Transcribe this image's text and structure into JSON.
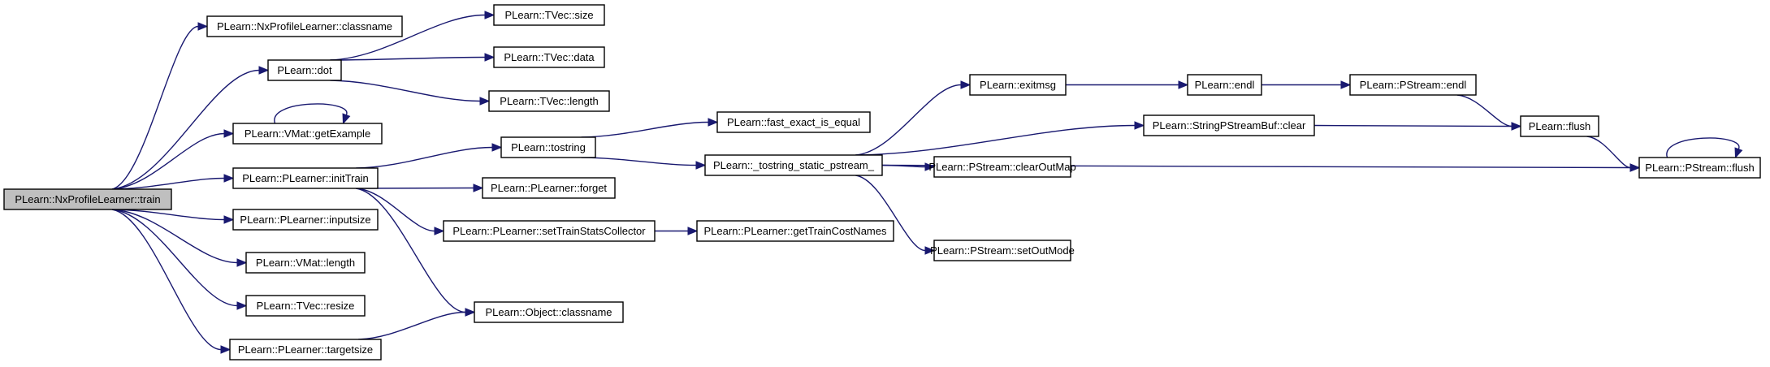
{
  "graph": {
    "nodes": [
      {
        "id": "root",
        "label": "PLearn::NxProfileLearner::train",
        "root": true
      },
      {
        "id": "nx_classname",
        "label": "PLearn::NxProfileLearner::classname"
      },
      {
        "id": "dot",
        "label": "PLearn::dot"
      },
      {
        "id": "tvec_size",
        "label": "PLearn::TVec::size"
      },
      {
        "id": "tvec_data",
        "label": "PLearn::TVec::data"
      },
      {
        "id": "tvec_length",
        "label": "PLearn::TVec::length"
      },
      {
        "id": "getExample",
        "label": "PLearn::VMat::getExample"
      },
      {
        "id": "initTrain",
        "label": "PLearn::PLearner::initTrain"
      },
      {
        "id": "inputsize",
        "label": "PLearn::PLearner::inputsize"
      },
      {
        "id": "vmat_length",
        "label": "PLearn::VMat::length"
      },
      {
        "id": "tvec_resize",
        "label": "PLearn::TVec::resize"
      },
      {
        "id": "targetsize",
        "label": "PLearn::PLearner::targetsize"
      },
      {
        "id": "tostring",
        "label": "PLearn::tostring"
      },
      {
        "id": "forget",
        "label": "PLearn::PLearner::forget"
      },
      {
        "id": "setTrainStats",
        "label": "PLearn::PLearner::setTrainStatsCollector"
      },
      {
        "id": "obj_classname",
        "label": "PLearn::Object::classname"
      },
      {
        "id": "fast_exact",
        "label": "PLearn::fast_exact_is_equal"
      },
      {
        "id": "tostring_static",
        "label": "PLearn::_tostring_static_pstream_"
      },
      {
        "id": "getTrainCostNames",
        "label": "PLearn::PLearner::getTrainCostNames"
      },
      {
        "id": "exitmsg",
        "label": "PLearn::exitmsg"
      },
      {
        "id": "spsb_clear",
        "label": "PLearn::StringPStreamBuf::clear"
      },
      {
        "id": "clearOutMap",
        "label": "PLearn::PStream::clearOutMap"
      },
      {
        "id": "setOutMode",
        "label": "PLearn::PStream::setOutMode"
      },
      {
        "id": "endl",
        "label": "PLearn::endl"
      },
      {
        "id": "pstream_endl",
        "label": "PLearn::PStream::endl"
      },
      {
        "id": "flush",
        "label": "PLearn::flush"
      },
      {
        "id": "pstream_flush",
        "label": "PLearn::PStream::flush"
      }
    ],
    "edges": [
      [
        "root",
        "nx_classname"
      ],
      [
        "root",
        "dot"
      ],
      [
        "root",
        "getExample"
      ],
      [
        "root",
        "initTrain"
      ],
      [
        "root",
        "inputsize"
      ],
      [
        "root",
        "vmat_length"
      ],
      [
        "root",
        "tvec_resize"
      ],
      [
        "root",
        "targetsize"
      ],
      [
        "dot",
        "tvec_size"
      ],
      [
        "dot",
        "tvec_data"
      ],
      [
        "dot",
        "tvec_length"
      ],
      [
        "getExample",
        "getExample"
      ],
      [
        "initTrain",
        "tostring"
      ],
      [
        "initTrain",
        "forget"
      ],
      [
        "initTrain",
        "setTrainStats"
      ],
      [
        "initTrain",
        "obj_classname"
      ],
      [
        "targetsize",
        "obj_classname"
      ],
      [
        "tostring",
        "fast_exact"
      ],
      [
        "tostring",
        "tostring_static"
      ],
      [
        "setTrainStats",
        "getTrainCostNames"
      ],
      [
        "tostring_static",
        "exitmsg"
      ],
      [
        "tostring_static",
        "spsb_clear"
      ],
      [
        "tostring_static",
        "clearOutMap"
      ],
      [
        "tostring_static",
        "setOutMode"
      ],
      [
        "tostring_static",
        "pstream_flush"
      ],
      [
        "exitmsg",
        "endl"
      ],
      [
        "endl",
        "pstream_endl"
      ],
      [
        "pstream_endl",
        "flush"
      ],
      [
        "spsb_clear",
        "flush"
      ],
      [
        "flush",
        "pstream_flush"
      ],
      [
        "pstream_flush",
        "pstream_flush"
      ]
    ]
  },
  "colors": {
    "edge": "#191970",
    "node_border": "#000000",
    "node_fill": "#ffffff",
    "root_fill": "#bfbfbf",
    "background": "#ffffff"
  }
}
